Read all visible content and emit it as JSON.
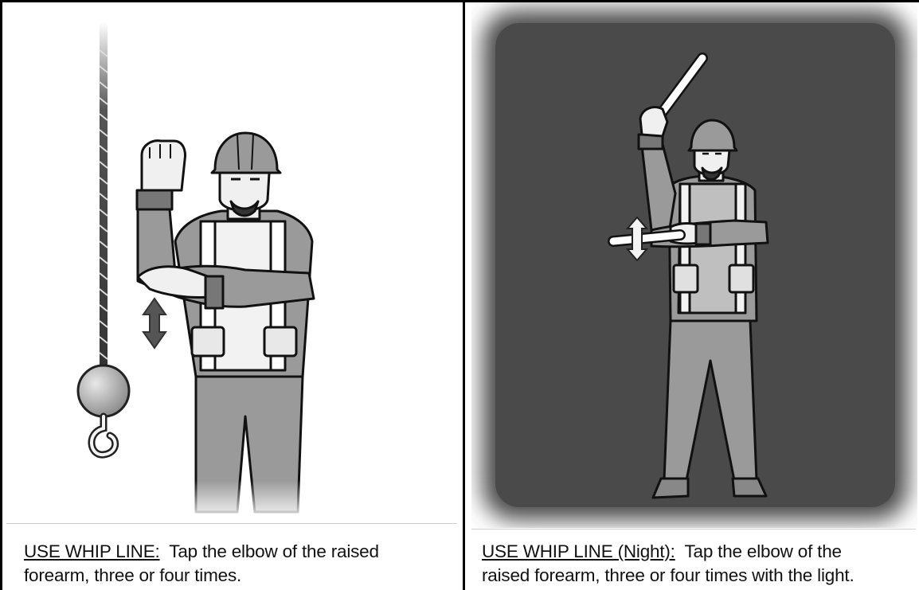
{
  "left": {
    "title": "USE WHIP LINE:",
    "description_line1": "Tap the elbow of the raised",
    "description_line2": "forearm, three or four times."
  },
  "right": {
    "title": "USE WHIP LINE (Night):",
    "description_line1": "Tap the elbow of the",
    "description_line2": "raised forearm, three or four times with the light."
  },
  "colors": {
    "night_background": "#4a4a4a",
    "figure_gray": "#9a9a9a",
    "light_stick": "#ffffff"
  }
}
